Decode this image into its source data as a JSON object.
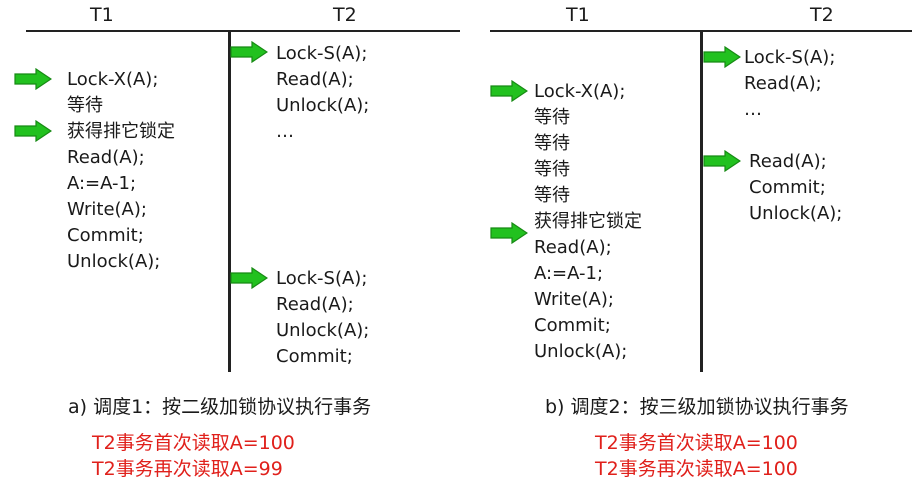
{
  "schedule1": {
    "t1_header": "T1",
    "t2_header": "T2",
    "t1_ops": [
      "Lock-X(A);",
      "等待",
      "获得排它锁定",
      "Read(A);",
      "A:=A-1;",
      "Write(A);",
      "Commit;",
      "Unlock(A);"
    ],
    "t2_block1": [
      "Lock-S(A);",
      "Read(A);",
      "Unlock(A);",
      "…"
    ],
    "t2_block2": [
      "Lock-S(A);",
      "Read(A);",
      "Unlock(A);",
      "Commit;"
    ],
    "caption": "a) 调度1：按二级加锁协议执行事务",
    "result1": "T2事务首次读取A=100",
    "result2": "T2事务再次读取A=99"
  },
  "schedule2": {
    "t1_header": "T1",
    "t2_header": "T2",
    "t1_ops": [
      "Lock-X(A);",
      "等待",
      "等待",
      "等待",
      "等待",
      "获得排它锁定",
      "Read(A);",
      "A:=A-1;",
      "Write(A);",
      "Commit;",
      "Unlock(A);"
    ],
    "t2_block1": [
      "Lock-S(A);",
      "Read(A);",
      "…"
    ],
    "t2_block2": [
      "Read(A);",
      "Commit;",
      "Unlock(A);"
    ],
    "caption": "b) 调度2：按三级加锁协议执行事务",
    "result1": "T2事务首次读取A=100",
    "result2": "T2事务再次读取A=100"
  },
  "colors": {
    "arrow": "#22c11f",
    "arrow_edge": "#178a14",
    "result": "#e0201b"
  },
  "icons": {
    "pointer": "green-right-arrow-icon"
  }
}
